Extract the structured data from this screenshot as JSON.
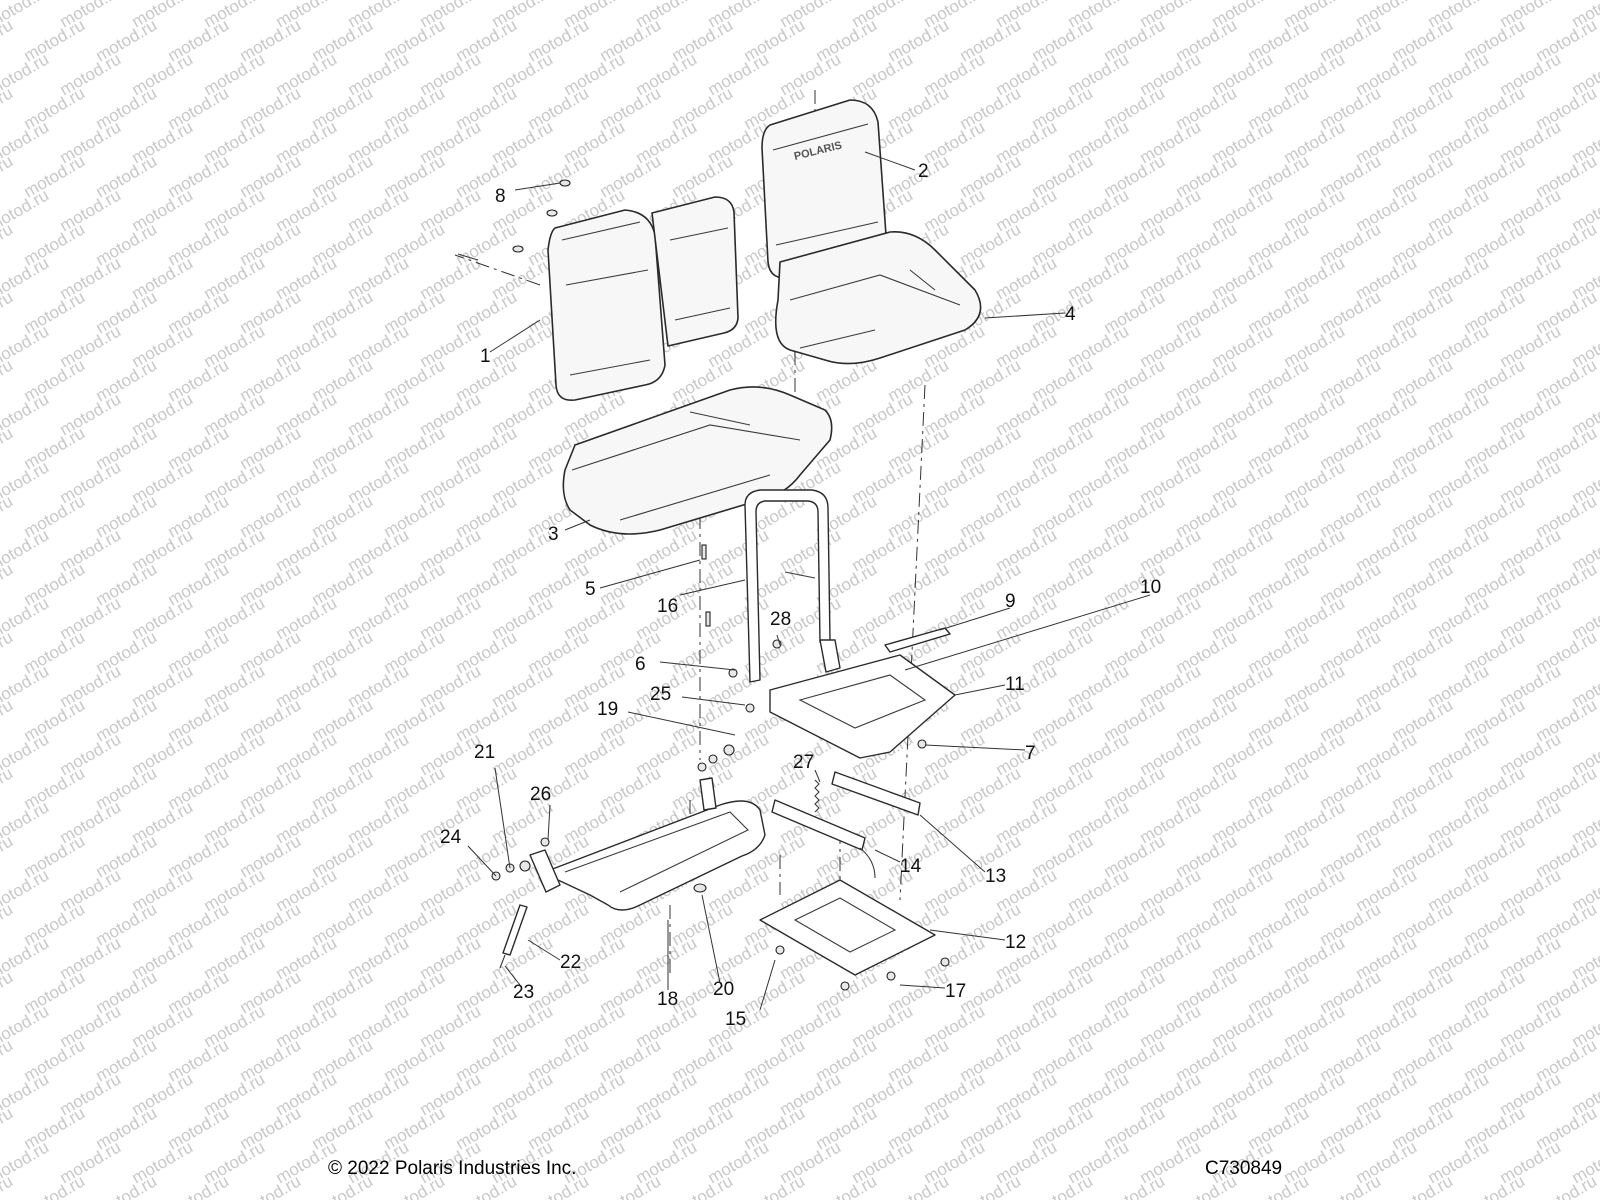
{
  "footer": {
    "copyright": "© 2022 Polaris Industries Inc.",
    "figure_code": "C730849"
  },
  "watermark": "motod.ru",
  "brand_mark": "POLARIS",
  "callouts": [
    {
      "id": "c1",
      "label": "1"
    },
    {
      "id": "c2",
      "label": "2"
    },
    {
      "id": "c3",
      "label": "3"
    },
    {
      "id": "c4",
      "label": "4"
    },
    {
      "id": "c5",
      "label": "5"
    },
    {
      "id": "c6",
      "label": "6"
    },
    {
      "id": "c7",
      "label": "7"
    },
    {
      "id": "c8",
      "label": "8"
    },
    {
      "id": "c9",
      "label": "9"
    },
    {
      "id": "c10",
      "label": "10"
    },
    {
      "id": "c11",
      "label": "11"
    },
    {
      "id": "c12",
      "label": "12"
    },
    {
      "id": "c13",
      "label": "13"
    },
    {
      "id": "c14",
      "label": "14"
    },
    {
      "id": "c15",
      "label": "15"
    },
    {
      "id": "c16",
      "label": "16"
    },
    {
      "id": "c17",
      "label": "17"
    },
    {
      "id": "c18",
      "label": "18"
    },
    {
      "id": "c19",
      "label": "19"
    },
    {
      "id": "c20",
      "label": "20"
    },
    {
      "id": "c21",
      "label": "21"
    },
    {
      "id": "c22",
      "label": "22"
    },
    {
      "id": "c23",
      "label": "23"
    },
    {
      "id": "c24",
      "label": "24"
    },
    {
      "id": "c25",
      "label": "25"
    },
    {
      "id": "c26",
      "label": "26"
    },
    {
      "id": "c27",
      "label": "27"
    },
    {
      "id": "c28",
      "label": "28"
    }
  ]
}
